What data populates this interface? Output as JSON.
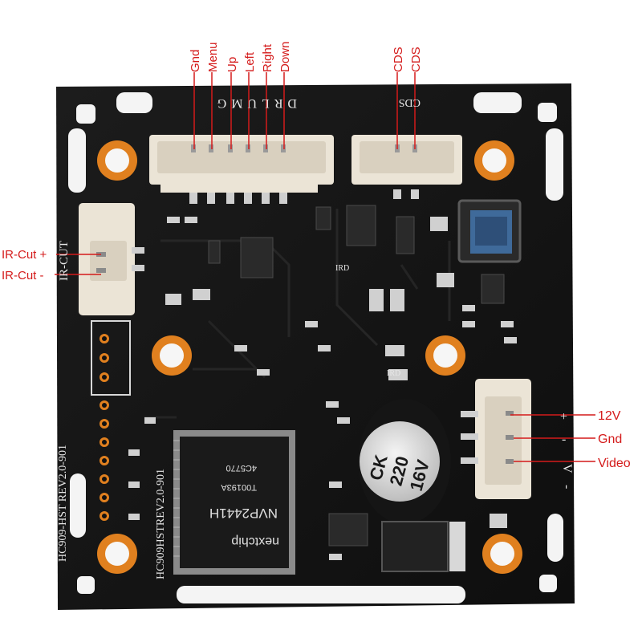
{
  "top_labels": {
    "keys": [
      "Gnd",
      "Menu",
      "Up",
      "Left",
      "Right",
      "Down"
    ],
    "cds": [
      "CDS",
      "CDS"
    ]
  },
  "left_labels": {
    "ir_cut_plus": "IR-Cut +",
    "ir_cut_minus": "IR-Cut -"
  },
  "right_labels": {
    "power": "12V",
    "ground": "Gnd",
    "video": "Video"
  },
  "silkscreen": {
    "keys_mirror": "DRLUMG",
    "cds_mirror": "CDS",
    "ir_cut": "IR-CUT",
    "left_board_id": "HC909-HST REV2.0-901",
    "inner_board_id": "HC909HSTREV2.0-901",
    "pin_plus": "+",
    "pin_minus": "-",
    "pin_v": "V",
    "pin_minus2": "-",
    "rd_marks": [
      "IRD",
      "IRD"
    ]
  },
  "chip": {
    "brand": "nextchip",
    "model": "NVP2441H",
    "code1": "T00193A",
    "code2": "4C5770"
  },
  "capacitor": {
    "line1": "CK",
    "line2": "220",
    "line3": "16V"
  },
  "colors": {
    "board": "#151515",
    "label_red": "#d41a1a",
    "pad_copper": "#e0801f",
    "connector": "#ebe4d6",
    "inductor": "#3f6a9a"
  }
}
